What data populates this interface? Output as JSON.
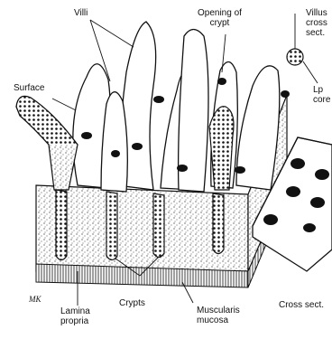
{
  "labels": {
    "villi": "Villi",
    "opening_of_crypt": "Opening of\ncrypt",
    "villus_cross_sect": "Villus\ncross\nsect.",
    "surface": "Surface",
    "lp_core": "Lp\ncore",
    "crypts": "Crypts",
    "lamina_propria": "Lamina\npropria",
    "muscularis_mucosa": "Muscularis\nmucosa",
    "cross_sect": "Cross sect."
  },
  "signature": "MK",
  "colors": {
    "ink": "#111111",
    "paper": "#ffffff",
    "stipple": "#222222"
  }
}
